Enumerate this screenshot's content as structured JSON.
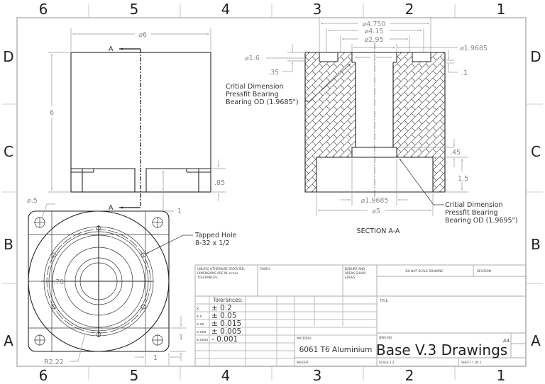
{
  "sheet": {
    "zones_columns": [
      "6",
      "5",
      "4",
      "3",
      "2",
      "1"
    ],
    "zones_rows": [
      "D",
      "C",
      "B",
      "A"
    ],
    "border_color": "#c8c8c8"
  },
  "front_view": {
    "dim_width": "⌀6",
    "dim_height": "6",
    "dim_base": ".85",
    "dim_slot": "1",
    "section_label_top": "A",
    "section_label_bottom": "A"
  },
  "section_view": {
    "title": "SECTION A-A",
    "dims": {
      "d4750": "⌀4.750",
      "d415": "⌀4.15",
      "d295": "⌀2.95",
      "d19685_top": "⌀1.9685",
      "d16": "⌀1.6",
      "d035": ".35",
      "d01": ".1",
      "d045": ".45",
      "d15": "1.5",
      "d19685_bottom": "⌀1.9685",
      "d5": "⌀5"
    },
    "note_top": [
      "Critial Dimension",
      "Pressfit Bearing",
      "Bearing OD (1.9685\")"
    ],
    "note_bottom": [
      "Critial Dimension",
      "Pressfit Bearing",
      "Bearing OD (1.9695\")"
    ]
  },
  "bottom_view": {
    "dim_hole": "⌀.5",
    "dim_radius": "R2.22",
    "dim_70": ".70",
    "dim_1_vertical": "1",
    "dim_1_horizontal": "1",
    "tapped_hole_note": [
      "Tapped Hole",
      "8-32 x 1/2"
    ]
  },
  "title_block": {
    "unless_specified": [
      "UNLESS OTHERWISE SPECIFIED:",
      "DIMENSIONS ARE IN inches",
      "TOLERANCES:"
    ],
    "finish_label": "FINISH:",
    "deburr": [
      "DEBURR AND",
      "BREAK SHARP",
      "EDGES"
    ],
    "do_not_scale": "DO NOT SCALE DRAWING",
    "revision_label": "REVISION",
    "title_label": "TITLE:",
    "tolerances_header": "Tolerances:",
    "tolerances": [
      {
        "key": "x.",
        "value": "± 0.2"
      },
      {
        "key": "x.x",
        "value": "± 0.05"
      },
      {
        "key": "x.xx",
        "value": "± 0.015"
      },
      {
        "key": "x.xxx",
        "value": "± 0.005"
      },
      {
        "key": "x.xxxx",
        "value": "- 0.001"
      }
    ],
    "material_label": "MATERIAL:",
    "material_value": "6061 T6 Aluminium",
    "weight_label": "WEIGHT:",
    "dwg_no_label": "DWG NO.",
    "dwg_no_value": "Base V.3 Drawings",
    "size": "A4",
    "scale": "SCALE:1:2",
    "sheet": "SHEET 1 OF 1"
  }
}
